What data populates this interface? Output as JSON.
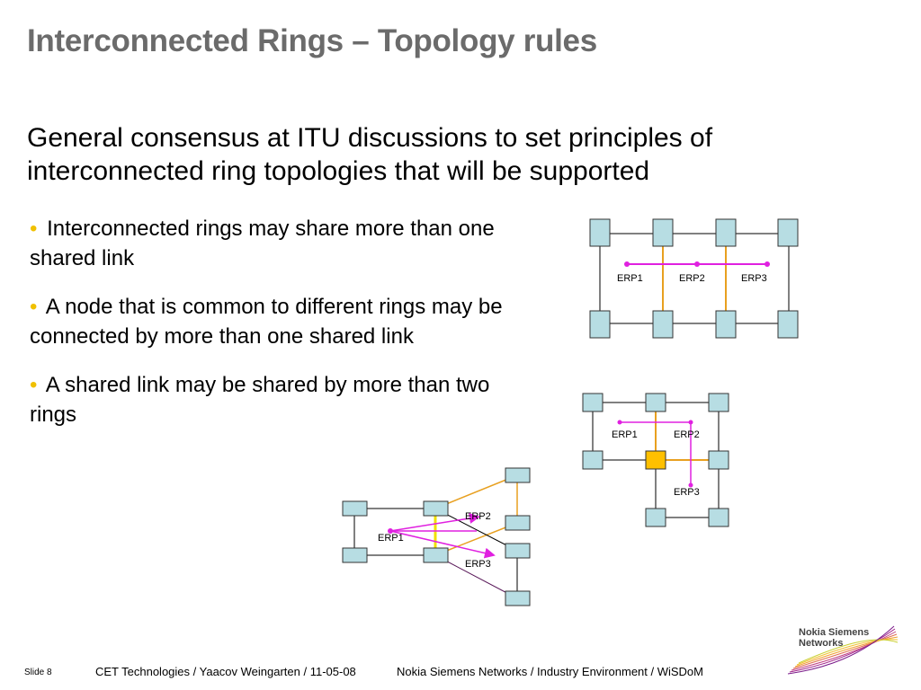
{
  "slide": {
    "title": "Interconnected Rings – Topology rules",
    "intro": "General consensus at ITU discussions to set principles of interconnected ring topologies that will be supported",
    "bullets": [
      "Interconnected rings may share more than one shared link",
      "A node that is common to different rings may be connected by more than one shared link",
      "A shared link may be shared by more than two rings"
    ]
  },
  "diagrams": {
    "top_right": {
      "labels": [
        "ERP1",
        "ERP2",
        "ERP3"
      ]
    },
    "middle_right": {
      "labels": [
        "ERP1",
        "ERP2",
        "ERP3"
      ]
    },
    "bottom": {
      "labels": [
        "ERP2",
        "ERP1",
        "ERP3"
      ]
    }
  },
  "footer": {
    "slide_label": "Slide 8",
    "author": "CET Technologies / Yaacov Weingarten / 11-05-08",
    "company": "Nokia Siemens Networks / Industry Environment / WiSDoM"
  },
  "logo": {
    "line1": "Nokia Siemens",
    "line2": "Networks"
  },
  "colors": {
    "title": "#6b6b6b",
    "bullet": "#f0c000",
    "node_fill": "#b7dde3",
    "shared_link": "#e8a020",
    "erp_path": "#e020e0",
    "common_node": "#ffc000"
  }
}
